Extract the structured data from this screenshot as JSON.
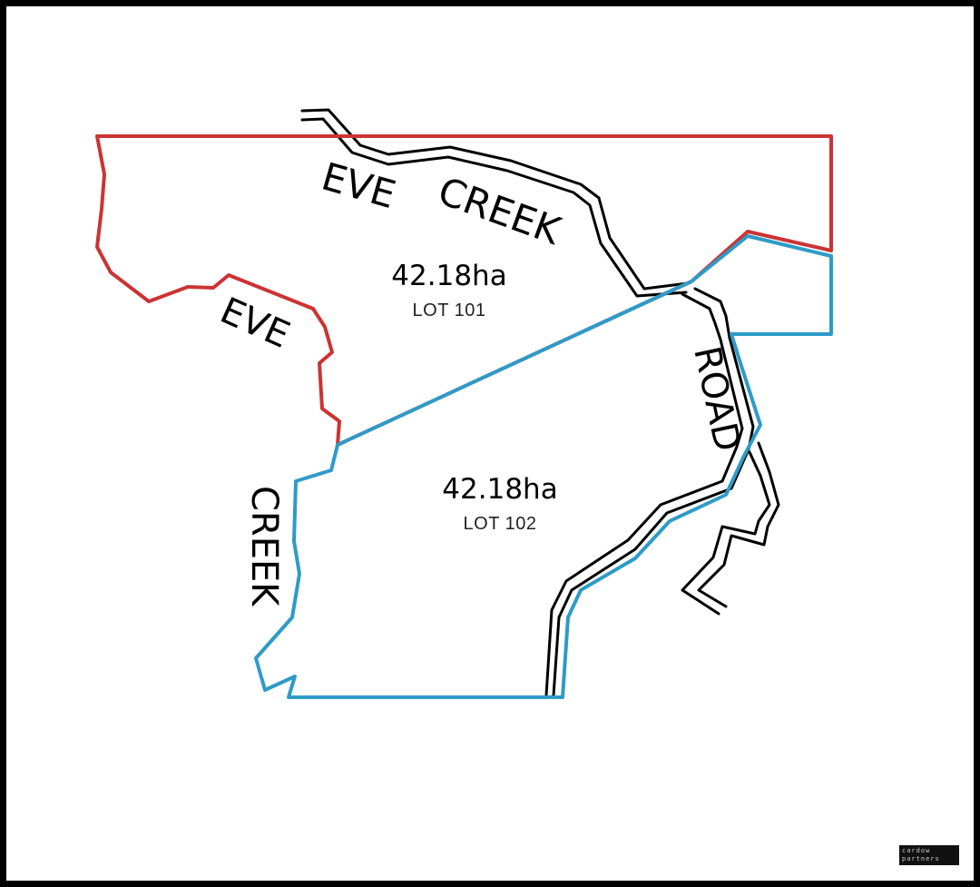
{
  "colors": {
    "background": "#ffffff",
    "frame": "#000000",
    "lot_101_boundary": "#cc3333",
    "lot_102_boundary": "#2e9bc8",
    "road": "#000000"
  },
  "map": {
    "road_labels": {
      "north_left": "EVE",
      "north_right": "CREEK",
      "east": "ROAD",
      "west_upper": "EVE",
      "west_lower": "CREEK"
    },
    "lots": [
      {
        "name": "LOT 101",
        "area": "42.18ha"
      },
      {
        "name": "LOT 102",
        "area": "42.18ha"
      }
    ]
  },
  "logo": {
    "line1": "cardow",
    "line2": "partners"
  }
}
